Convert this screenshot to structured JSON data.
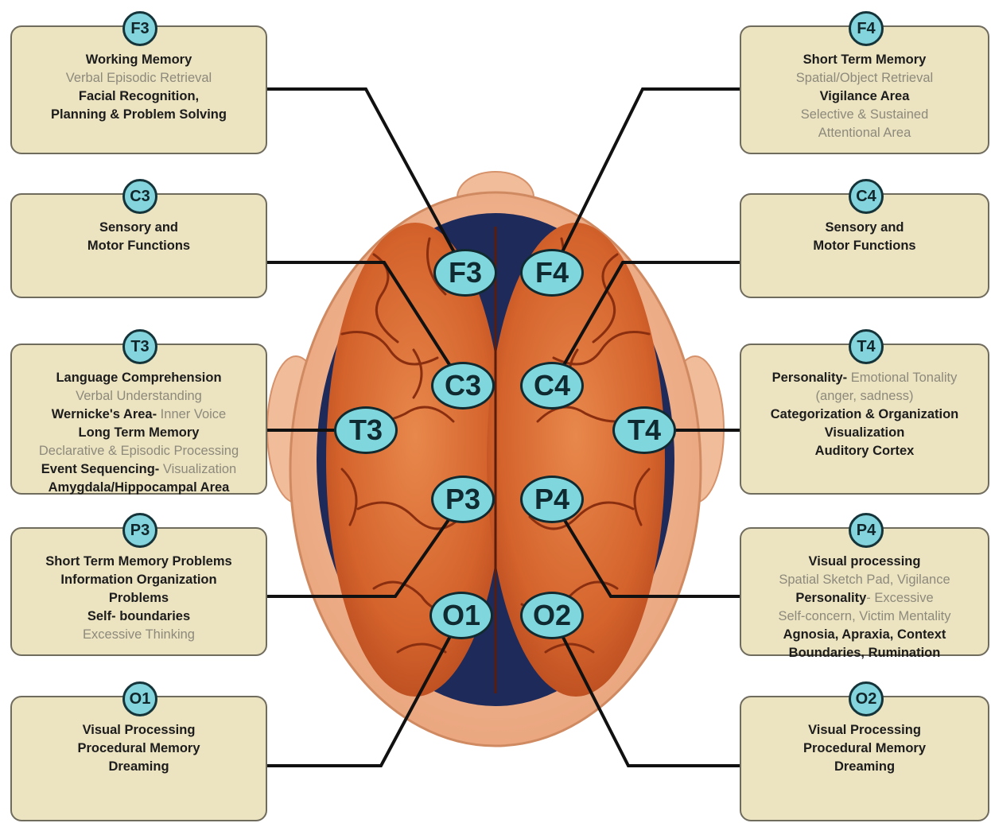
{
  "boxes": {
    "F3": {
      "label": "F3",
      "lines": [
        {
          "segs": [
            {
              "t": "Working Memory",
              "s": "b"
            }
          ]
        },
        {
          "segs": [
            {
              "t": "Verbal Episodic Retrieval",
              "s": "n"
            }
          ]
        },
        {
          "segs": [
            {
              "t": "Facial Recognition,",
              "s": "b"
            }
          ]
        },
        {
          "segs": [
            {
              "t": "Planning & Problem Solving",
              "s": "b"
            }
          ]
        }
      ]
    },
    "F4": {
      "label": "F4",
      "lines": [
        {
          "segs": [
            {
              "t": "Short Term Memory",
              "s": "b"
            }
          ]
        },
        {
          "segs": [
            {
              "t": "Spatial/Object Retrieval",
              "s": "n"
            }
          ]
        },
        {
          "segs": [
            {
              "t": "Vigilance Area",
              "s": "b"
            }
          ]
        },
        {
          "segs": [
            {
              "t": "Selective & Sustained",
              "s": "n"
            }
          ]
        },
        {
          "segs": [
            {
              "t": "Attentional Area",
              "s": "n"
            }
          ]
        }
      ]
    },
    "C3": {
      "label": "C3",
      "lines": [
        {
          "segs": [
            {
              "t": "Sensory and",
              "s": "b"
            }
          ]
        },
        {
          "segs": [
            {
              "t": "Motor Functions",
              "s": "b"
            }
          ]
        }
      ]
    },
    "C4": {
      "label": "C4",
      "lines": [
        {
          "segs": [
            {
              "t": "Sensory and",
              "s": "b"
            }
          ]
        },
        {
          "segs": [
            {
              "t": "Motor Functions",
              "s": "b"
            }
          ]
        }
      ]
    },
    "T3": {
      "label": "T3",
      "lines": [
        {
          "segs": [
            {
              "t": "Language Comprehension",
              "s": "b"
            }
          ]
        },
        {
          "segs": [
            {
              "t": "Verbal Understanding",
              "s": "n"
            }
          ]
        },
        {
          "segs": [
            {
              "t": "Wernicke's Area-",
              "s": "b"
            },
            {
              "t": " Inner Voice",
              "s": "n"
            }
          ]
        },
        {
          "segs": [
            {
              "t": "Long Term Memory",
              "s": "b"
            }
          ]
        },
        {
          "segs": [
            {
              "t": "Declarative & Episodic Processing",
              "s": "n"
            }
          ]
        },
        {
          "segs": [
            {
              "t": "Event Sequencing-",
              "s": "b"
            },
            {
              "t": " Visualization",
              "s": "n"
            }
          ]
        },
        {
          "segs": [
            {
              "t": "Amygdala/Hippocampal Area",
              "s": "b"
            }
          ]
        }
      ]
    },
    "T4": {
      "label": "T4",
      "lines": [
        {
          "segs": [
            {
              "t": "Personality-",
              "s": "b"
            },
            {
              "t": " Emotional Tonality",
              "s": "n"
            }
          ]
        },
        {
          "segs": [
            {
              "t": "(anger, sadness)",
              "s": "n"
            }
          ]
        },
        {
          "segs": [
            {
              "t": "Categorization & Organization",
              "s": "b"
            }
          ]
        },
        {
          "segs": [
            {
              "t": "Visualization",
              "s": "b"
            }
          ]
        },
        {
          "segs": [
            {
              "t": "Auditory Cortex",
              "s": "b"
            }
          ]
        }
      ]
    },
    "P3": {
      "label": "P3",
      "lines": [
        {
          "segs": [
            {
              "t": "Short Term Memory Problems",
              "s": "b"
            }
          ]
        },
        {
          "segs": [
            {
              "t": "Information Organization",
              "s": "b"
            }
          ]
        },
        {
          "segs": [
            {
              "t": "Problems",
              "s": "b"
            }
          ]
        },
        {
          "segs": [
            {
              "t": "Self- boundaries",
              "s": "b"
            }
          ]
        },
        {
          "segs": [
            {
              "t": "Excessive Thinking",
              "s": "n"
            }
          ]
        }
      ]
    },
    "P4": {
      "label": "P4",
      "lines": [
        {
          "segs": [
            {
              "t": "Visual processing",
              "s": "b"
            }
          ]
        },
        {
          "segs": [
            {
              "t": "Spatial Sketch Pad, Vigilance",
              "s": "n"
            }
          ]
        },
        {
          "segs": [
            {
              "t": "Personality",
              "s": "b"
            },
            {
              "t": "- Excessive",
              "s": "n"
            }
          ]
        },
        {
          "segs": [
            {
              "t": "Self-concern, Victim Mentality",
              "s": "n"
            }
          ]
        },
        {
          "segs": [
            {
              "t": "Agnosia, Apraxia, Context",
              "s": "b"
            }
          ]
        },
        {
          "segs": [
            {
              "t": "Boundaries, Rumination",
              "s": "b"
            }
          ]
        }
      ]
    },
    "O1": {
      "label": "O1",
      "lines": [
        {
          "segs": [
            {
              "t": "Visual Processing",
              "s": "b"
            }
          ]
        },
        {
          "segs": [
            {
              "t": "Procedural Memory",
              "s": "b"
            }
          ]
        },
        {
          "segs": [
            {
              "t": "Dreaming",
              "s": "b"
            }
          ]
        }
      ]
    },
    "O2": {
      "label": "O2",
      "lines": [
        {
          "segs": [
            {
              "t": "Visual Processing",
              "s": "b"
            }
          ]
        },
        {
          "segs": [
            {
              "t": "Procedural Memory",
              "s": "b"
            }
          ]
        },
        {
          "segs": [
            {
              "t": "Dreaming",
              "s": "b"
            }
          ]
        }
      ]
    }
  },
  "electrodes": [
    "F3",
    "F4",
    "C3",
    "C4",
    "T3",
    "T4",
    "P3",
    "P4",
    "O1",
    "O2"
  ],
  "colors": {
    "box_fill": "#ece3c1",
    "box_border": "#6f6b5d",
    "electrode_fill": "#7fd7dd",
    "connector": "#111111",
    "brain": "#d9662e",
    "scalp": "#f0b38f"
  }
}
